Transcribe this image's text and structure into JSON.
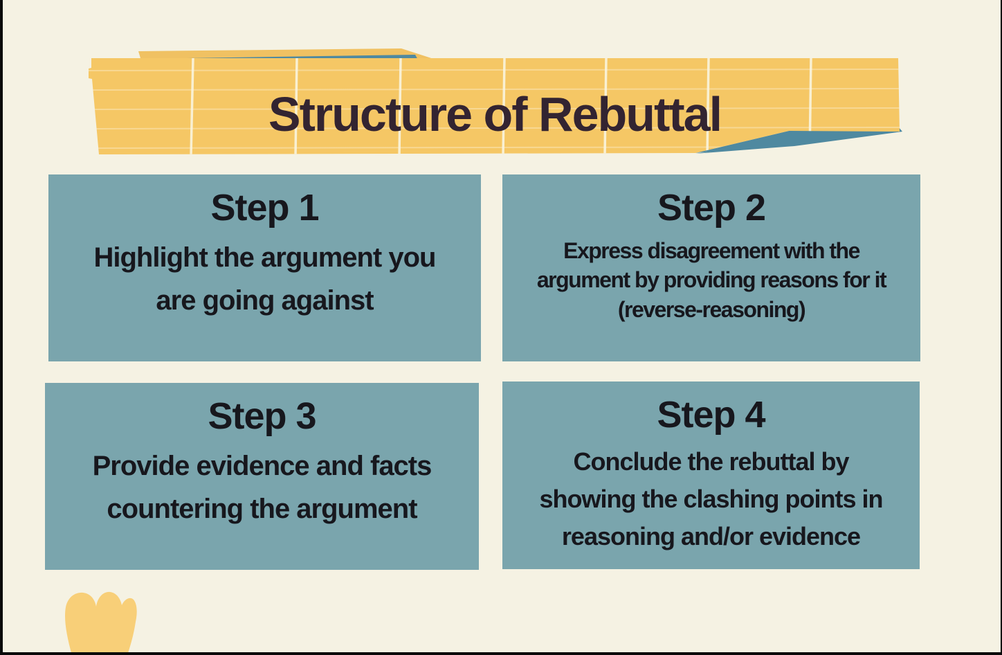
{
  "slide": {
    "title": "Structure of Rebuttal",
    "steps": [
      {
        "label": "Step 1",
        "lines": [
          "Highlight the argument you",
          "are going against"
        ]
      },
      {
        "label": "Step 2",
        "lines": [
          "Express disagreement with the",
          "argument by providing reasons for it",
          "(reverse-reasoning)"
        ]
      },
      {
        "label": "Step 3",
        "lines": [
          "Provide evidence and facts",
          "countering the argument"
        ]
      },
      {
        "label": "Step 4",
        "lines": [
          "Conclude the rebuttal by",
          "showing the clashing points in",
          "reasoning and/or evidence"
        ]
      }
    ],
    "colors": {
      "background_cream": "#f5f2e3",
      "banner_yellow": "#f5c765",
      "accent_teal": "#4f89a0",
      "step_box_teal": "#7aa5ad",
      "title_text": "#332431",
      "step_text": "#17171d",
      "blob_yellow": "#f8cf78",
      "letterbox_black": "#0a0a0a"
    }
  }
}
